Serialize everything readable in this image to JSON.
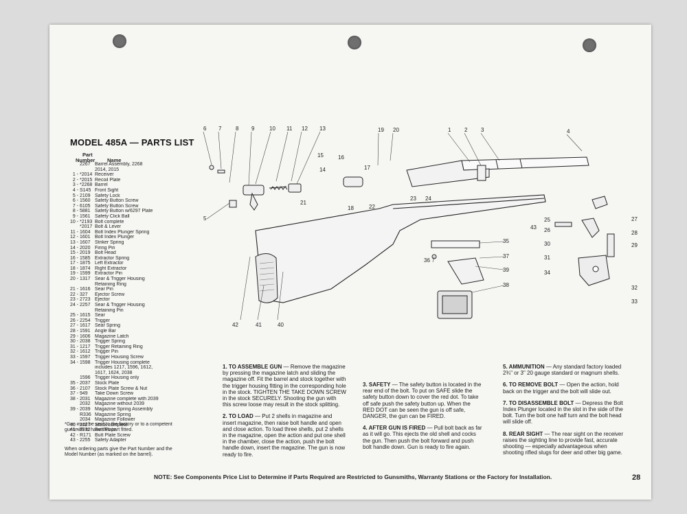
{
  "title": "MODEL 485A — PARTS LIST",
  "col_part": "Part",
  "col_number": "Number",
  "col_name": "Name",
  "parts": [
    {
      "n": "",
      "pn": "2267",
      "name": "Barrel Assembly, 2268"
    },
    {
      "n": "",
      "pn": "",
      "name": "2014, 2015"
    },
    {
      "n": "1 -",
      "pn": "*2014",
      "name": "Receiver"
    },
    {
      "n": "2 -",
      "pn": "*2015",
      "name": "Recoil Plate"
    },
    {
      "n": "3 -",
      "pn": "*2268",
      "name": "Barrel"
    },
    {
      "n": "4 -",
      "pn": "S145",
      "name": "Front Sight"
    },
    {
      "n": "5 -",
      "pn": "2109",
      "name": "Safety Lock"
    },
    {
      "n": "6 -",
      "pn": "1560",
      "name": "Safety Button Screw"
    },
    {
      "n": "7 -",
      "pn": "6105",
      "name": "Safety Button Screw"
    },
    {
      "n": "8 -",
      "pn": "5881",
      "name": "Safety Button w/6297 Plate"
    },
    {
      "n": "9 -",
      "pn": "1561",
      "name": "Safety Click Ball"
    },
    {
      "n": "10 -",
      "pn": "*2193",
      "name": "Bolt complete"
    },
    {
      "n": "",
      "pn": "*2017",
      "name": "Bolt & Lever"
    },
    {
      "n": "11 -",
      "pn": "1604",
      "name": "Bolt Index Plunger Spring"
    },
    {
      "n": "12 -",
      "pn": "1601",
      "name": "Bolt Index Plunger"
    },
    {
      "n": "13 -",
      "pn": "1607",
      "name": "Striker Spring"
    },
    {
      "n": "14 -",
      "pn": "2020",
      "name": "Firing Pin"
    },
    {
      "n": "15 -",
      "pn": "2019",
      "name": "Bolt Head"
    },
    {
      "n": "16 -",
      "pn": "1585",
      "name": "Extractor Spring"
    },
    {
      "n": "17 -",
      "pn": "1875",
      "name": "Left Extractor"
    },
    {
      "n": "18 -",
      "pn": "1874",
      "name": "Right Extractor"
    },
    {
      "n": "19 -",
      "pn": "1599",
      "name": "Extractor Pin"
    },
    {
      "n": "20 -",
      "pn": "1317",
      "name": "Sear & Trigger Housing"
    },
    {
      "n": "",
      "pn": "",
      "name": "Retaining Ring"
    },
    {
      "n": "21 -",
      "pn": "1616",
      "name": "Sear Pin"
    },
    {
      "n": "22 -",
      "pn": "327",
      "name": "Ejector Screw"
    },
    {
      "n": "23 -",
      "pn": "2723",
      "name": "Ejector"
    },
    {
      "n": "24 -",
      "pn": "2257",
      "name": "Sear & Trigger Housing"
    },
    {
      "n": "",
      "pn": "",
      "name": "Retaining Pin"
    },
    {
      "n": "25 -",
      "pn": "1615",
      "name": "Sear"
    },
    {
      "n": "26 -",
      "pn": "2254",
      "name": "Trigger"
    },
    {
      "n": "27 -",
      "pn": "1617",
      "name": "Sear Spring"
    },
    {
      "n": "28 -",
      "pn": "1591",
      "name": "Angle Bar"
    },
    {
      "n": "29 -",
      "pn": "1606",
      "name": "Magazine Latch"
    },
    {
      "n": "30 -",
      "pn": "2038",
      "name": "Trigger Spring"
    },
    {
      "n": "31 -",
      "pn": "1217",
      "name": "Trigger Retaining Ring"
    },
    {
      "n": "32 -",
      "pn": "1612",
      "name": "Trigger Pin"
    },
    {
      "n": "33 -",
      "pn": "1597",
      "name": "Trigger Housing Screw"
    },
    {
      "n": "34 -",
      "pn": "1598",
      "name": "Trigger Housing complete"
    },
    {
      "n": "",
      "pn": "",
      "name": "includes 1217, 1596, 1612,"
    },
    {
      "n": "",
      "pn": "",
      "name": "1617, 1624, 2038"
    },
    {
      "n": "",
      "pn": "1596",
      "name": "Trigger Housing only"
    },
    {
      "n": "35 -",
      "pn": "2037",
      "name": "Stock Plate"
    },
    {
      "n": "36 -",
      "pn": "2107",
      "name": "Stock Plate Screw & Nut"
    },
    {
      "n": "37 -",
      "pn": "949",
      "name": "Take Down Screw"
    },
    {
      "n": "38 -",
      "pn": "2031",
      "name": "Magazine complete with 2039"
    },
    {
      "n": "",
      "pn": "2032",
      "name": "Magazine without 2039"
    },
    {
      "n": "39 -",
      "pn": "2039",
      "name": "Magazine Spring Assembly"
    },
    {
      "n": "",
      "pn": "R336",
      "name": "Magazine Spring"
    },
    {
      "n": "",
      "pn": "2034",
      "name": "Magazine Follower"
    },
    {
      "n": "40 -",
      "pn": "2127",
      "name": "Stock complete"
    },
    {
      "n": "41 -",
      "pn": "3332",
      "name": "Butt Plate"
    },
    {
      "n": "42 -",
      "pn": "R171",
      "name": "Butt Plate Screw"
    },
    {
      "n": "43 -",
      "pn": "2255",
      "name": "Safety Adapter"
    }
  ],
  "footnote": "*Gun must be sent to the factory or to a competent gunsmith to have this part fitted.",
  "order_note": "When ordering parts give the Part Number and the Model Number (as marked on the barrel).",
  "instructions": {
    "assemble_heading": "1. TO ASSEMBLE GUN",
    "assemble_text": "— Remove the magazine by pressing the magazine latch and sliding the magazine off. Fit the barrel and stock together with the trigger housing fitting in the corresponding hole in the stock. TIGHTEN THE TAKE DOWN SCREW in the stock SECURELY. Shooting the gun with this screw loose may result in the stock splitting.",
    "load_heading": "2. TO LOAD",
    "load_text": "— Put 2 shells in magazine and insert magazine, then raise bolt handle and open and close action. To load three shells, put 2 shells in the magazine, open the action and put one shell in the chamber, close the action, push the bolt handle down, insert the magazine. The gun is now ready to fire.",
    "safety_heading": "3. SAFETY",
    "safety_text": "— The safety button is located in the rear end of the bolt. To put on SAFE slide the safety button down to cover the red dot. To take off safe push the safety button up. When the RED DOT can be seen the gun is off safe, DANGER, the gun can be FIRED.",
    "after_heading": "4. AFTER GUN IS FIRED",
    "after_text": "— Pull bolt back as far as it will go. This ejects the old shell and cocks the gun. Then push the bolt forward and push bolt handle down. Gun is ready to fire again.",
    "ammo_heading": "5. AMMUNITION",
    "ammo_text": "— Any standard factory loaded 2¾\" or 3\" 20 gauge standard or magnum shells.",
    "remove_heading": "6. TO REMOVE BOLT",
    "remove_text": "— Open the action, hold back on the trigger and the bolt will slide out.",
    "disassemble_heading": "7. TO DISASSEMBLE BOLT",
    "disassemble_text": "— Depress the Bolt Index Plunger located in the slot in the side of the bolt. Turn the bolt one half turn and the bolt head will slide off.",
    "sight_heading": "8. REAR SIGHT",
    "sight_text": "— The rear sight on the receiver raises the sighting line to provide fast, accurate shooting — especially advantageous when shooting rifled slugs for deer and other big game."
  },
  "note": "NOTE: See Components Price List to Determine if Parts Required are Restricted to Gunsmiths, Warranty Stations or the Factory for Installation.",
  "page_number": "28",
  "callouts": [
    "1",
    "2",
    "3",
    "4",
    "5",
    "6",
    "7",
    "8",
    "9",
    "10",
    "11",
    "12",
    "13",
    "14",
    "15",
    "16",
    "17",
    "18",
    "19",
    "20",
    "21",
    "22",
    "23",
    "24",
    "25",
    "26",
    "27",
    "28",
    "29",
    "30",
    "31",
    "32",
    "33",
    "34",
    "35",
    "36",
    "37",
    "38",
    "39",
    "40",
    "41",
    "42",
    "43"
  ]
}
